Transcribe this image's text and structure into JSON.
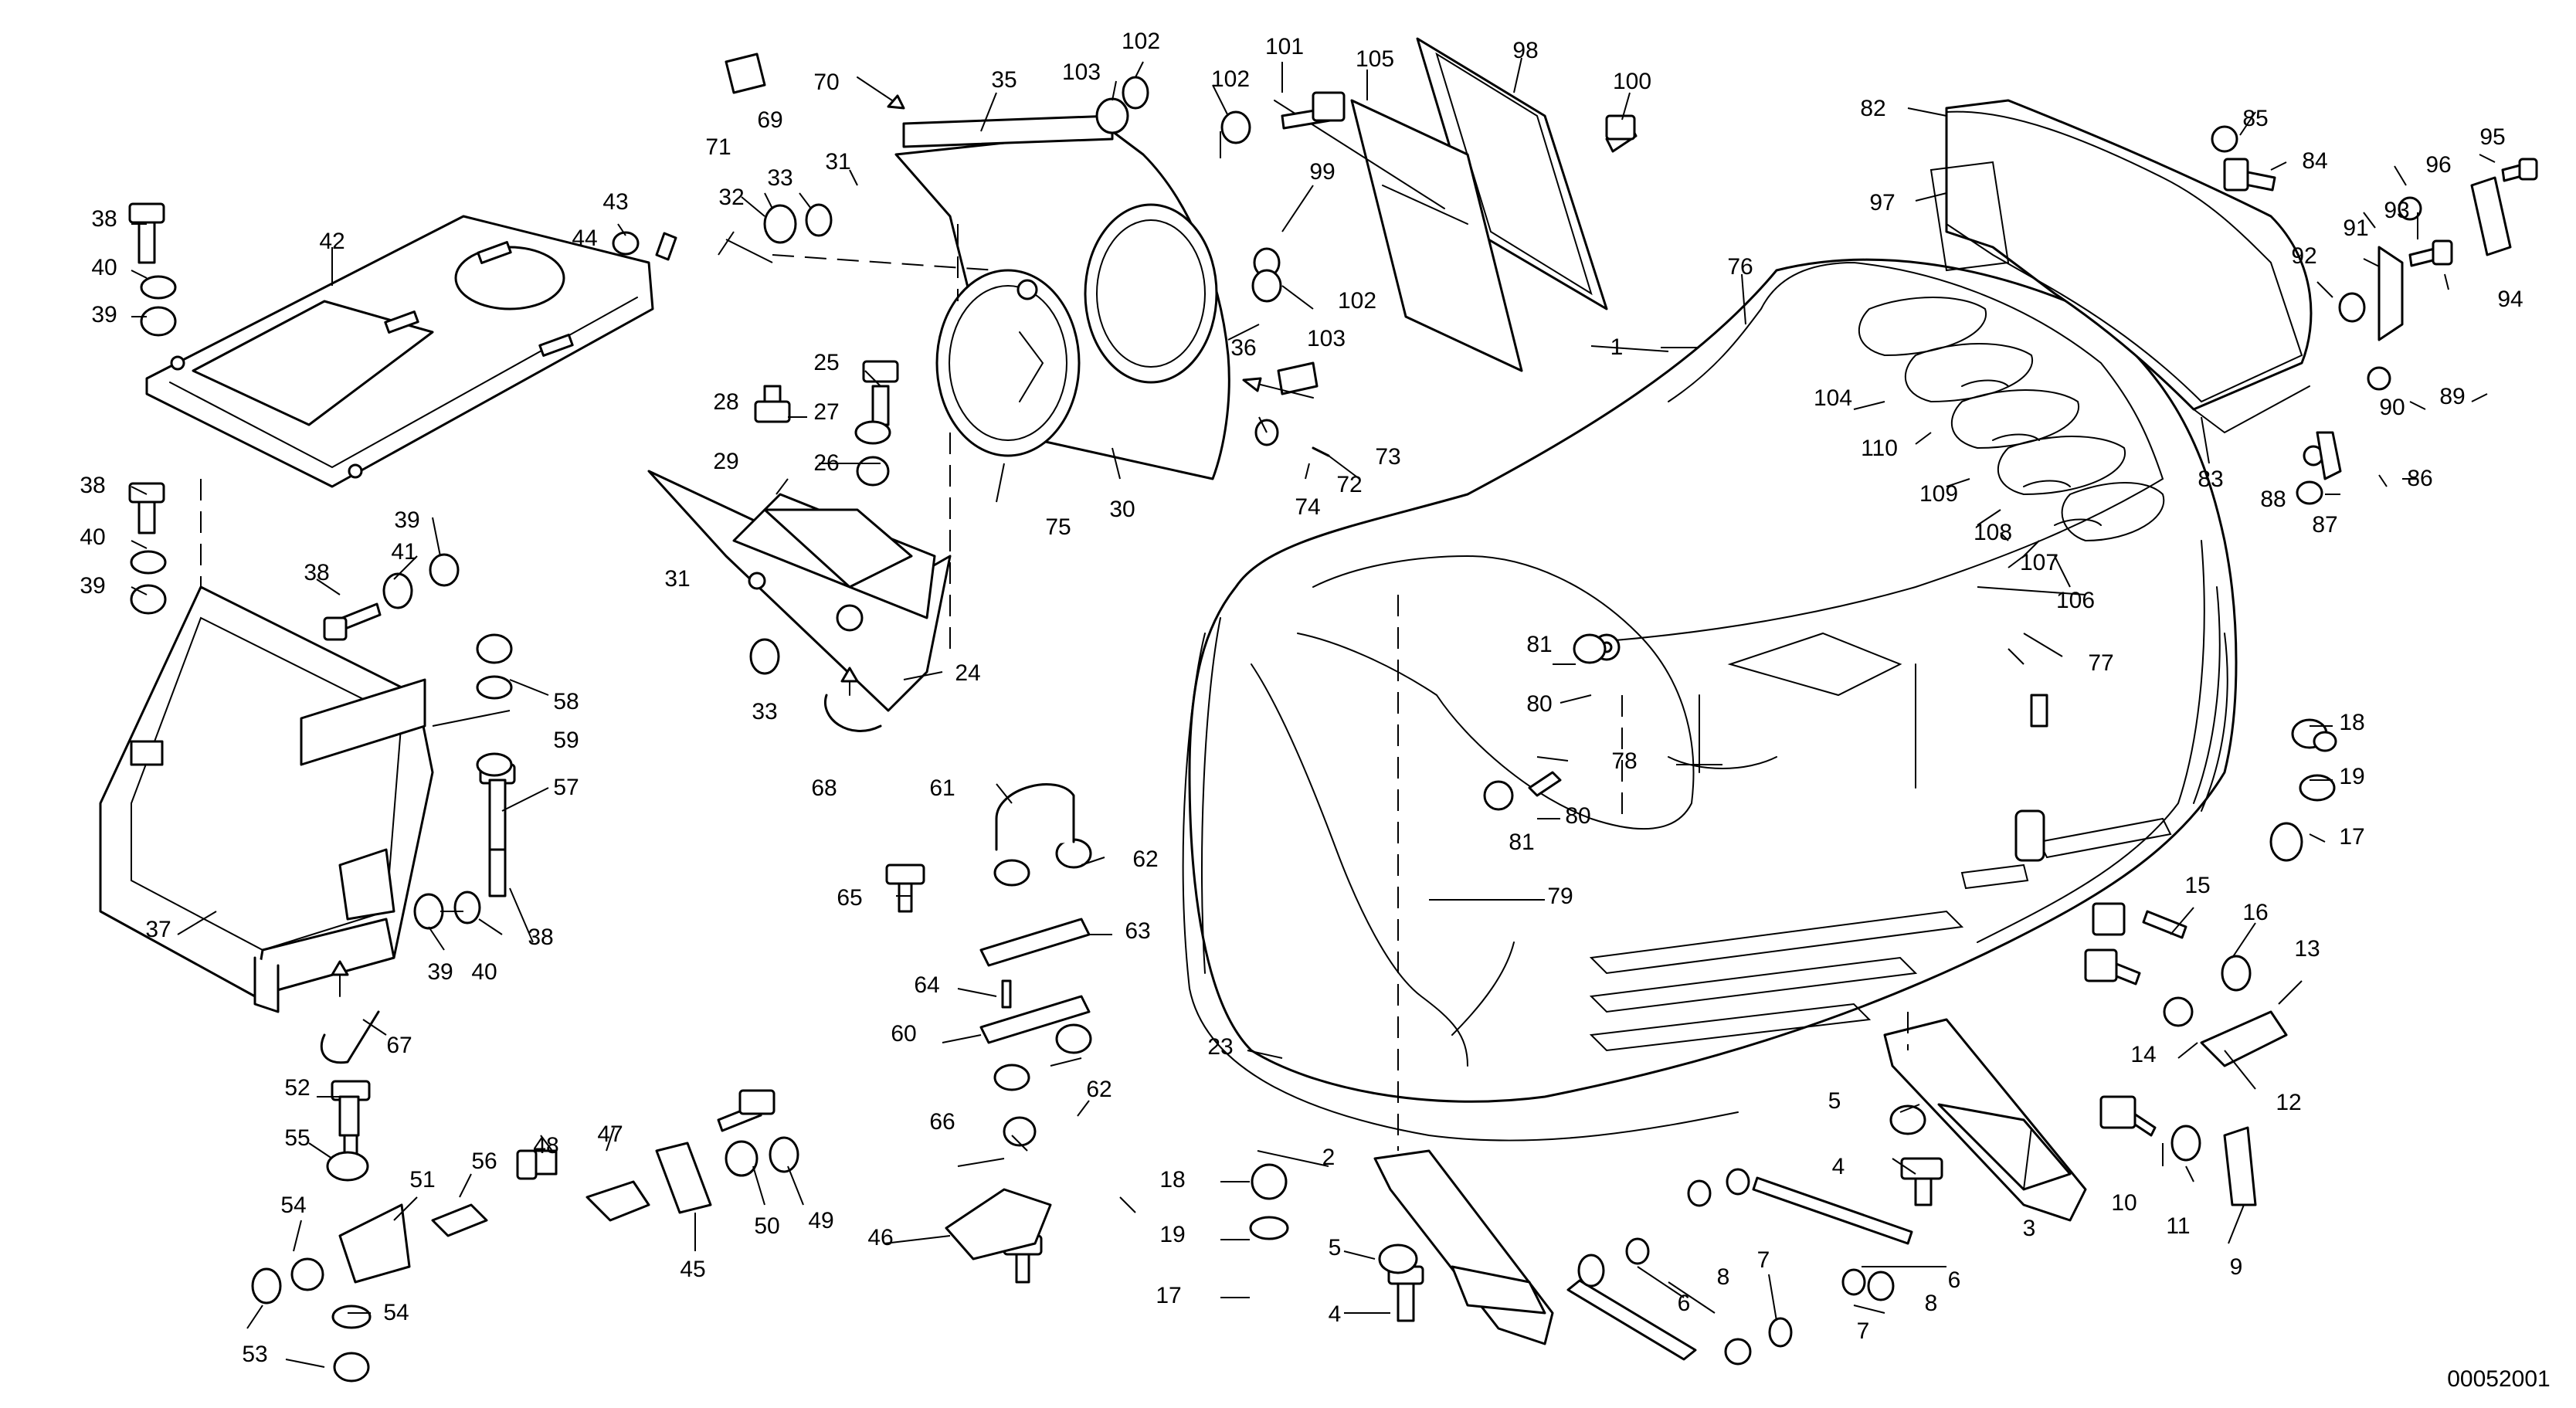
{
  "drawing_number": "00052001",
  "labels": [
    "1",
    "2",
    "3",
    "4",
    "5",
    "6",
    "7",
    "8",
    "9",
    "10",
    "11",
    "12",
    "13",
    "14",
    "15",
    "16",
    "17",
    "18",
    "19",
    "23",
    "24",
    "25",
    "26",
    "27",
    "28",
    "29",
    "30",
    "31",
    "32",
    "33",
    "35",
    "36",
    "37",
    "38",
    "39",
    "40",
    "41",
    "42",
    "43",
    "44",
    "45",
    "46",
    "47",
    "48",
    "49",
    "50",
    "51",
    "52",
    "53",
    "54",
    "55",
    "56",
    "57",
    "58",
    "59",
    "60",
    "61",
    "62",
    "63",
    "64",
    "65",
    "66",
    "67",
    "68",
    "69",
    "70",
    "71",
    "72",
    "73",
    "74",
    "75",
    "76",
    "77",
    "78",
    "79",
    "80",
    "81",
    "82",
    "83",
    "84",
    "85",
    "86",
    "87",
    "88",
    "89",
    "90",
    "91",
    "92",
    "93",
    "94",
    "95",
    "96",
    "97",
    "98",
    "99",
    "100",
    "101",
    "102",
    "103",
    "104",
    "105",
    "106",
    "107",
    "108",
    "109",
    "110"
  ]
}
